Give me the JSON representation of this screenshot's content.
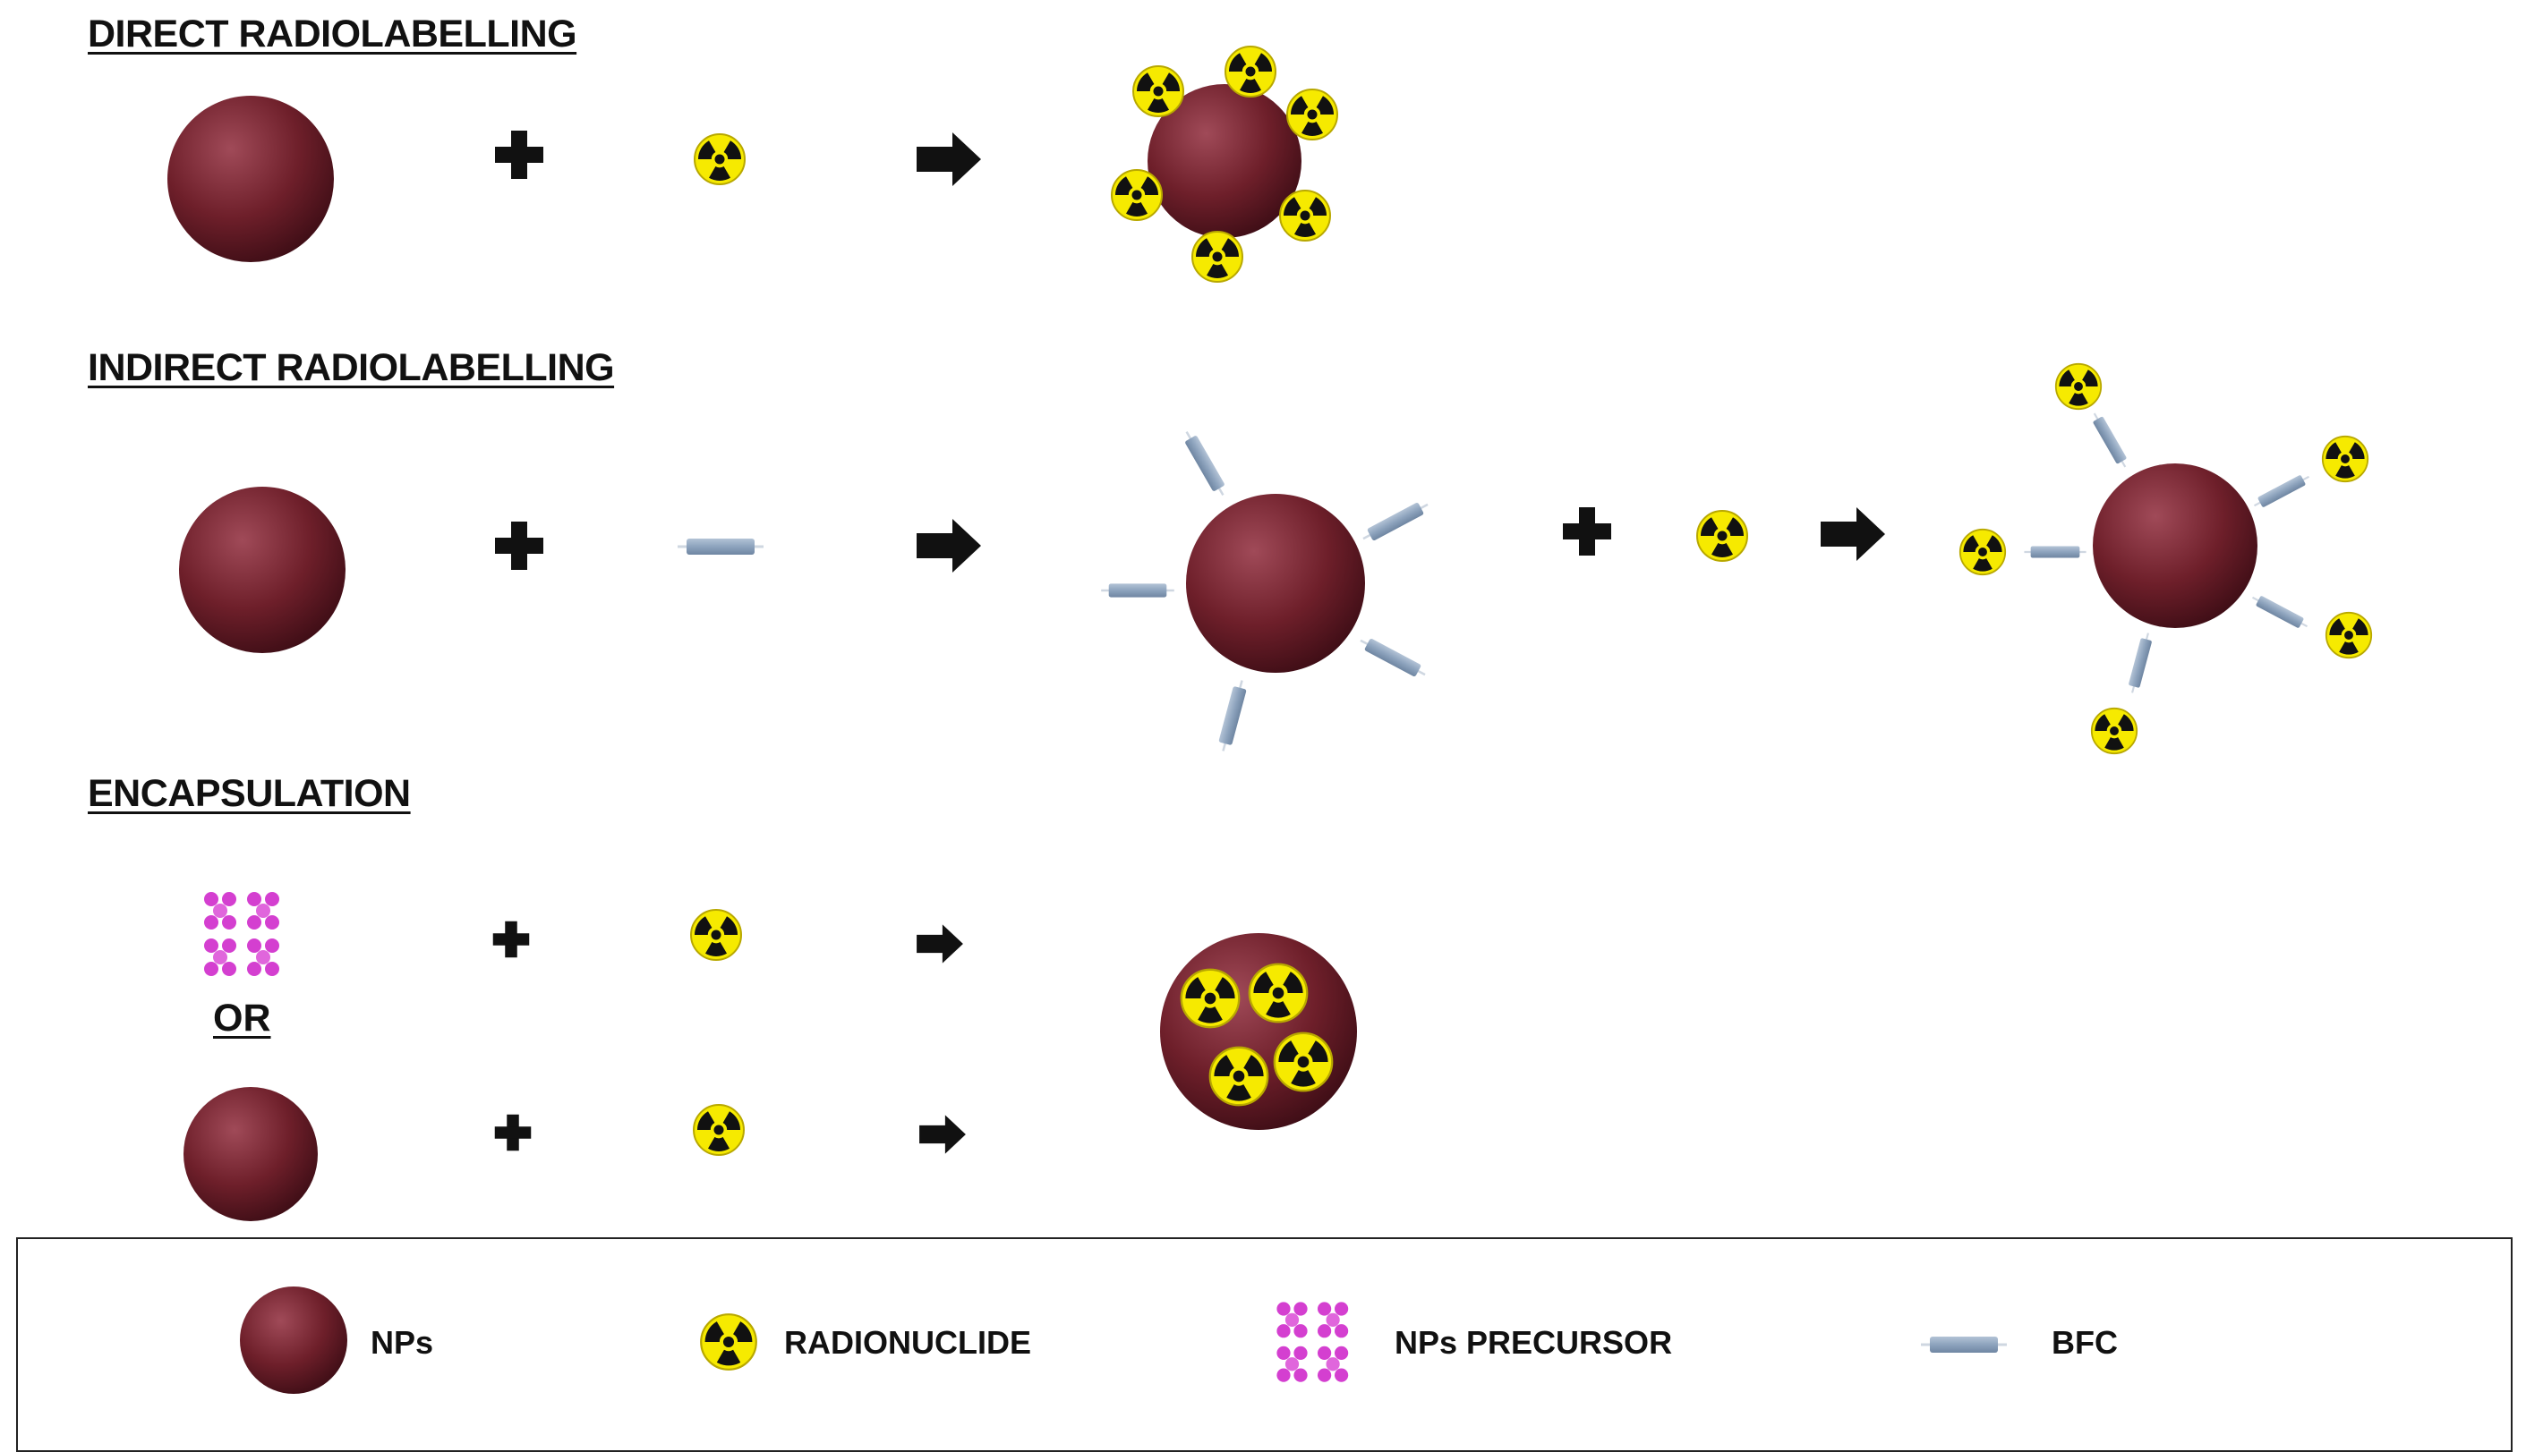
{
  "sections": {
    "direct": "DIRECT RADIOLABELLING",
    "indirect": "INDIRECT RADIOLABELLING",
    "encapsulation": "ENCAPSULATION",
    "or": "OR"
  },
  "legend": {
    "nps": "NPs",
    "radionuclide": "RADIONUCLIDE",
    "precursor": "NPs PRECURSOR",
    "bfc": "BFC"
  },
  "colors": {
    "nanoparticle": "#6e1f2a",
    "radionuclide": "#f6ea00",
    "bfc": "#8da3bd",
    "precursor": "#d43fd0"
  }
}
